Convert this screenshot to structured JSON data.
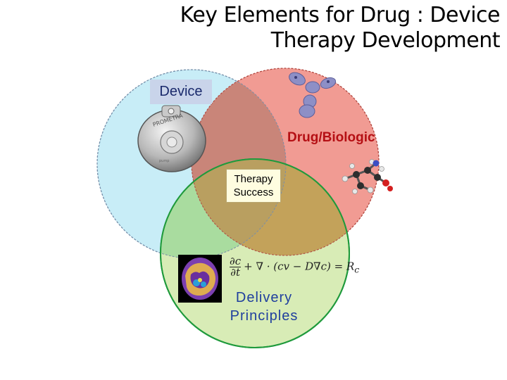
{
  "title": {
    "line1": "Key Elements for Drug : Device",
    "line2": "Therapy Development"
  },
  "circles": {
    "device": {
      "label": "Device",
      "fill": "#c5ecf7",
      "stroke": "#5a88aa"
    },
    "drug": {
      "label": "Drug/Biologic",
      "fill": "#ef8a80",
      "stroke": "#b83b34"
    },
    "delivery": {
      "label_line1": "Delivery",
      "label_line2": "Principles",
      "fill": "#cde7a2",
      "stroke": "#1f9a3c"
    }
  },
  "center": {
    "line1": "Therapy",
    "line2": "Success"
  },
  "equation": {
    "partial_c": "∂c",
    "partial_t": "∂t",
    "rhs": "+ ∇ · (cv − D∇c) = R",
    "subscript": "c"
  },
  "images": {
    "device_image": "implantable-pump-icon",
    "antibody_image": "antibody-molecule-icon",
    "molecule_image": "ball-and-stick-molecule-icon",
    "brain_image": "brain-mri-scan-icon"
  }
}
